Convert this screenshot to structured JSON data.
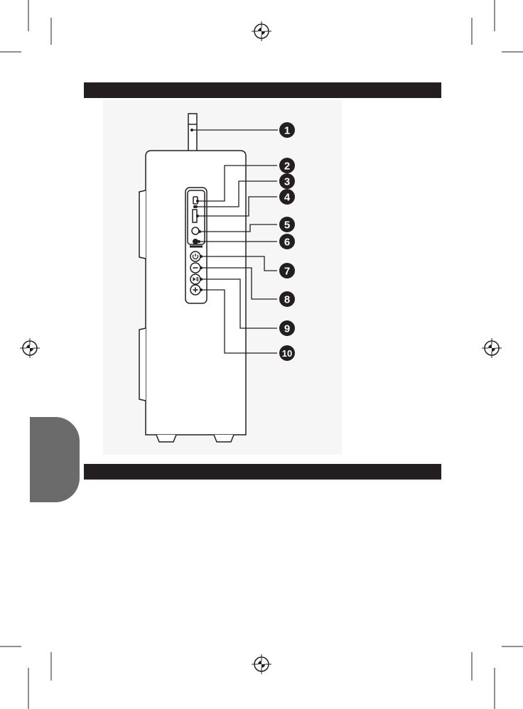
{
  "callouts": [
    {
      "number": "1"
    },
    {
      "number": "2"
    },
    {
      "number": "3"
    },
    {
      "number": "4"
    },
    {
      "number": "5"
    },
    {
      "number": "6"
    },
    {
      "number": "7"
    },
    {
      "number": "8"
    },
    {
      "number": "9"
    },
    {
      "number": "10"
    }
  ],
  "colors": {
    "ink": "#231f20",
    "tab": "#6b6b6b",
    "figure_background": "#f6f6f6"
  },
  "icons": [
    "registration-mark-icon",
    "power-icon",
    "minus-icon",
    "play-pause-icon",
    "plus-icon"
  ]
}
